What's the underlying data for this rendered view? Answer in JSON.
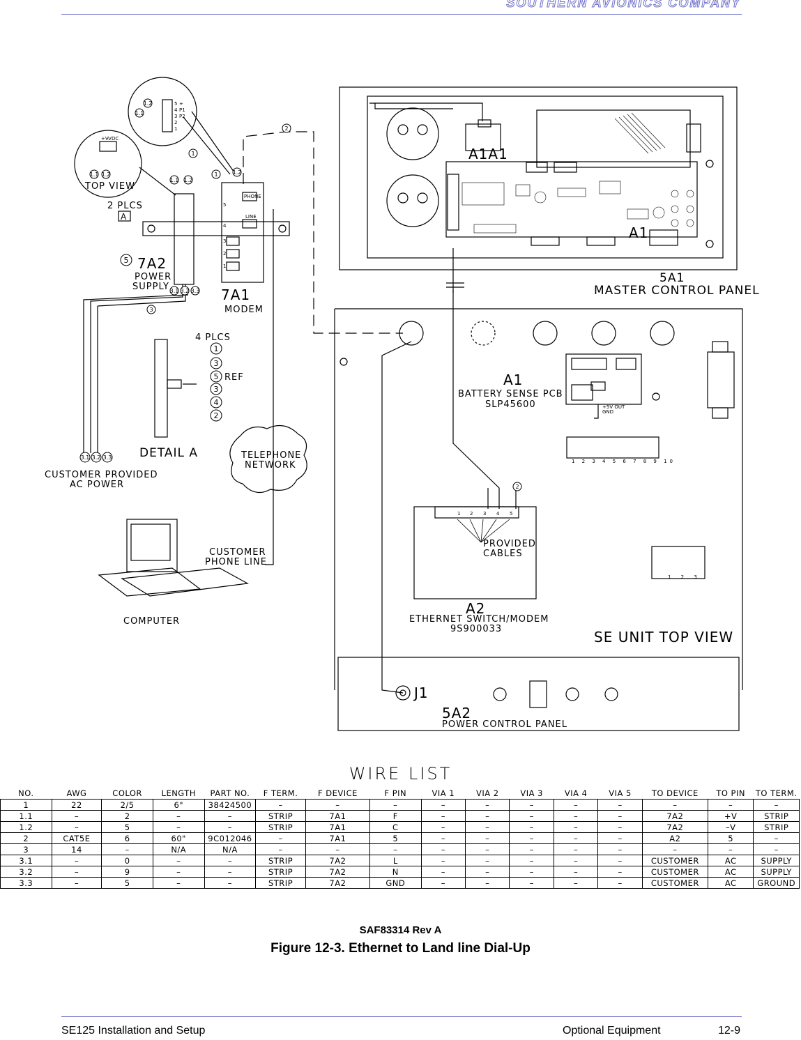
{
  "header": {
    "company": "SOUTHERN AVIONICS COMPANY"
  },
  "drawing": {
    "labels": {
      "modem": "7A1",
      "modem_sub": "MODEM",
      "psu": "7A2",
      "psu_sub1": "POWER",
      "psu_sub2": "SUPPLY",
      "plcs2": "2 PLCS",
      "detail_marker": "A",
      "plcs4": "4 PLCS",
      "ref": "REF",
      "detail_a": "DETAIL A",
      "telephone1": "TELEPHONE",
      "telephone2": "NETWORK",
      "cust_ac1": "CUSTOMER PROVIDED",
      "cust_ac2": "AC POWER",
      "cust_phone1": "CUSTOMER",
      "cust_phone2": "PHONE LINE",
      "computer": "COMPUTER",
      "top_view": "TOP VIEW",
      "a1a1": "A1A1",
      "a1_pcb": "A1",
      "mcp_id": "5A1",
      "mcp_name": "MASTER CONTROL PANEL",
      "bsp_id": "A1",
      "bsp_name": "BATTERY SENSE PCB",
      "bsp_part": "SLP45600",
      "bsp_out1": "+5V OUT",
      "bsp_out2": "GND",
      "provided1": "PROVIDED",
      "provided2": "CABLES",
      "sw_id": "A2",
      "sw_name": "ETHERNET SWITCH/MODEM",
      "sw_part": "9S900033",
      "se_view": "SE UNIT TOP VIEW",
      "j1": "J1",
      "pcp_id": "5A2",
      "pcp_name": "POWER CONTROL PANEL",
      "modem_phone": "PHONE",
      "modem_line": "LINE",
      "term_strip": "1 2 3 4 5 6 7 8 9 10",
      "term_small": "1 2 3"
    },
    "balloons": {
      "b1": "1",
      "b2": "2",
      "b11": "1.1",
      "b12": "1.2",
      "b3": "3",
      "b31": "3.1",
      "b32": "3.2",
      "b33": "3.3",
      "b5": "5",
      "b4": "4"
    },
    "zoom_pins": [
      "5",
      "4",
      "3",
      "2",
      "1"
    ],
    "zoom_pin_names": [
      "+",
      "P1",
      "P2",
      "",
      ""
    ],
    "psu_pins": {
      "v_plus": "+V",
      "v_minus": "-V",
      "dc": "DC"
    },
    "rj45_ports": [
      "1",
      "2",
      "3",
      "4",
      "5"
    ]
  },
  "wire_list": {
    "title": "WIRE LIST",
    "columns": [
      "NO.",
      "AWG",
      "COLOR",
      "LENGTH",
      "PART NO.",
      "F TERM.",
      "F DEVICE",
      "F PIN",
      "VIA 1",
      "VIA 2",
      "VIA 3",
      "VIA 4",
      "VIA 5",
      "TO DEVICE",
      "TO PIN",
      "TO TERM."
    ],
    "rows": [
      [
        "1",
        "22",
        "2/5",
        "6\"",
        "38424500",
        "–",
        "–",
        "–",
        "–",
        "–",
        "–",
        "–",
        "–",
        "–",
        "–",
        "–"
      ],
      [
        "1.1",
        "–",
        "2",
        "–",
        "–",
        "STRIP",
        "7A1",
        "F",
        "–",
        "–",
        "–",
        "–",
        "–",
        "7A2",
        "+V",
        "STRIP"
      ],
      [
        "1.2",
        "–",
        "5",
        "–",
        "–",
        "STRIP",
        "7A1",
        "C",
        "–",
        "–",
        "–",
        "–",
        "–",
        "7A2",
        "–V",
        "STRIP"
      ],
      [
        "2",
        "CAT5E",
        "6",
        "60\"",
        "9C012046",
        "–",
        "7A1",
        "5",
        "–",
        "–",
        "–",
        "–",
        "–",
        "A2",
        "5",
        "–"
      ],
      [
        "3",
        "14",
        "–",
        "N/A",
        "N/A",
        "–",
        "–",
        "–",
        "–",
        "–",
        "–",
        "–",
        "–",
        "–",
        "–",
        "–"
      ],
      [
        "3.1",
        "–",
        "0",
        "–",
        "–",
        "STRIP",
        "7A2",
        "L",
        "–",
        "–",
        "–",
        "–",
        "–",
        "CUSTOMER",
        "AC",
        "SUPPLY"
      ],
      [
        "3.2",
        "–",
        "9",
        "–",
        "–",
        "STRIP",
        "7A2",
        "N",
        "–",
        "–",
        "–",
        "–",
        "–",
        "CUSTOMER",
        "AC",
        "SUPPLY"
      ],
      [
        "3.3",
        "–",
        "5",
        "–",
        "–",
        "STRIP",
        "7A2",
        "GND",
        "–",
        "–",
        "–",
        "–",
        "–",
        "CUSTOMER",
        "AC",
        "GROUND"
      ]
    ]
  },
  "doc_id": "SAF83314 Rev A",
  "caption": "Figure 12-3.  Ethernet to Land line Dial-Up",
  "footer": {
    "left": "SE125 Installation and Setup",
    "section": "Optional Equipment",
    "page": "12-9"
  }
}
